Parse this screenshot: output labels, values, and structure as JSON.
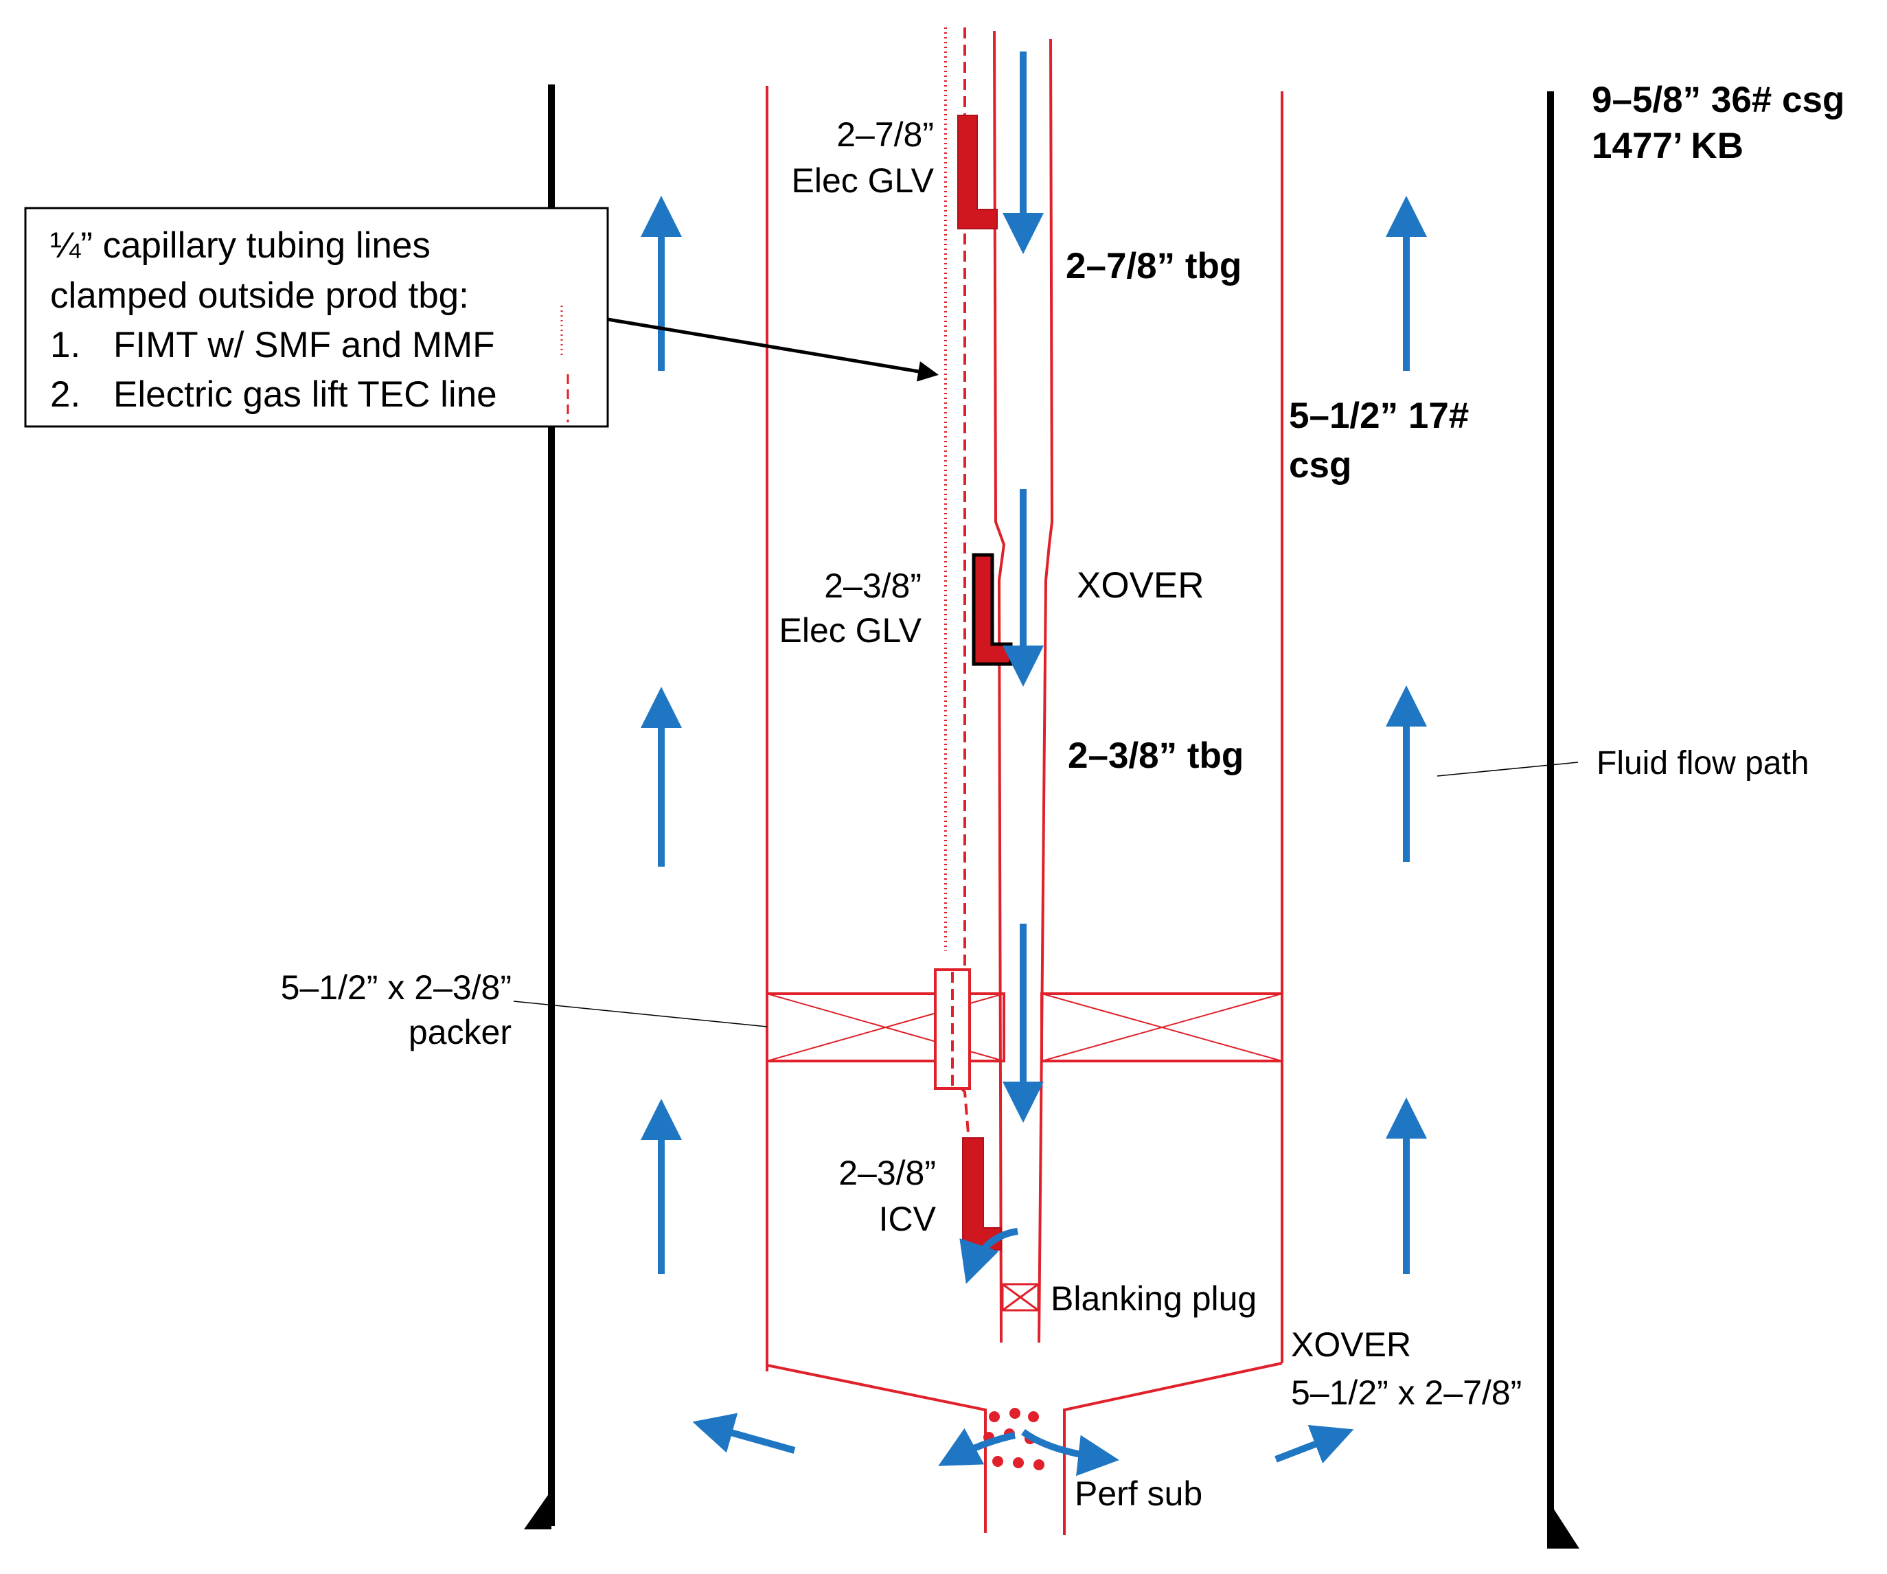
{
  "labels": {
    "csg_outer_line1": "9–5/8” 36# csg",
    "csg_outer_line2": "1477’ KB",
    "tbg_upper": "2–7/8” tbg",
    "tbg_lower": "2–3/8” tbg",
    "csg_inner_line1": "5–1/2” 17#",
    "csg_inner_line2": "csg",
    "xover_upper": "XOVER",
    "glv_upper_line1": "2–7/8”",
    "glv_upper_line2": "Elec GLV",
    "glv_lower_line1": "2–3/8”",
    "glv_lower_line2": "Elec GLV",
    "fluid_flow_path": "Fluid flow path",
    "packer_line1": "5–1/2” x 2–3/8”",
    "packer_line2": "packer",
    "icv_line1": "2–3/8”",
    "icv_line2": "ICV",
    "blanking_plug": "Blanking  plug",
    "xover_lower_line1": "XOVER",
    "xover_lower_line2": "5–1/2” x 2–7/8”",
    "perf_sub": "Perf sub"
  },
  "legend": {
    "title_line1": "¼” capillary tubing lines",
    "title_line2": "clamped outside prod tbg:",
    "item1_number": "1.",
    "item1_label": "FIMT  w/ SMF and MMF",
    "item2_number": "2.",
    "item2_label": "Electric gas lift TEC line"
  },
  "colors": {
    "casing_outer": "#000000",
    "equipment": "#e0202a",
    "valve_fill": "#d0161f",
    "flow_arrow": "#1f77c4"
  }
}
